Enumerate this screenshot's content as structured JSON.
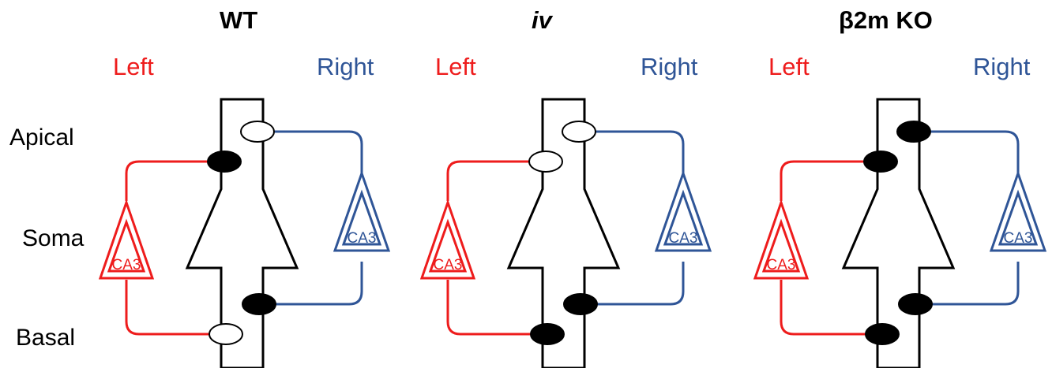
{
  "row_labels": {
    "apical": "Apical",
    "soma": "Soma",
    "basal": "Basal"
  },
  "colors": {
    "left": "#ee1c1c",
    "right": "#2f5597",
    "neuron": "#000000",
    "filled": "#000000",
    "open": "#ffffff"
  },
  "panels": [
    {
      "title": "WT",
      "title_italic": false,
      "left_label": "Left",
      "right_label": "Right",
      "left_cell": "CA3",
      "right_cell": "CA3",
      "synapses": {
        "left_apical": "filled",
        "left_basal": "open",
        "right_apical": "open",
        "right_basal": "filled"
      }
    },
    {
      "title": "iv",
      "title_italic": true,
      "left_label": "Left",
      "right_label": "Right",
      "left_cell": "CA3",
      "right_cell": "CA3",
      "synapses": {
        "left_apical": "open",
        "left_basal": "filled",
        "right_apical": "open",
        "right_basal": "filled"
      }
    },
    {
      "title": "β2m KO",
      "title_italic": false,
      "left_label": "Left",
      "right_label": "Right",
      "left_cell": "CA3",
      "right_cell": "CA3",
      "synapses": {
        "left_apical": "filled",
        "left_basal": "filled",
        "right_apical": "filled",
        "right_basal": "filled"
      }
    }
  ]
}
